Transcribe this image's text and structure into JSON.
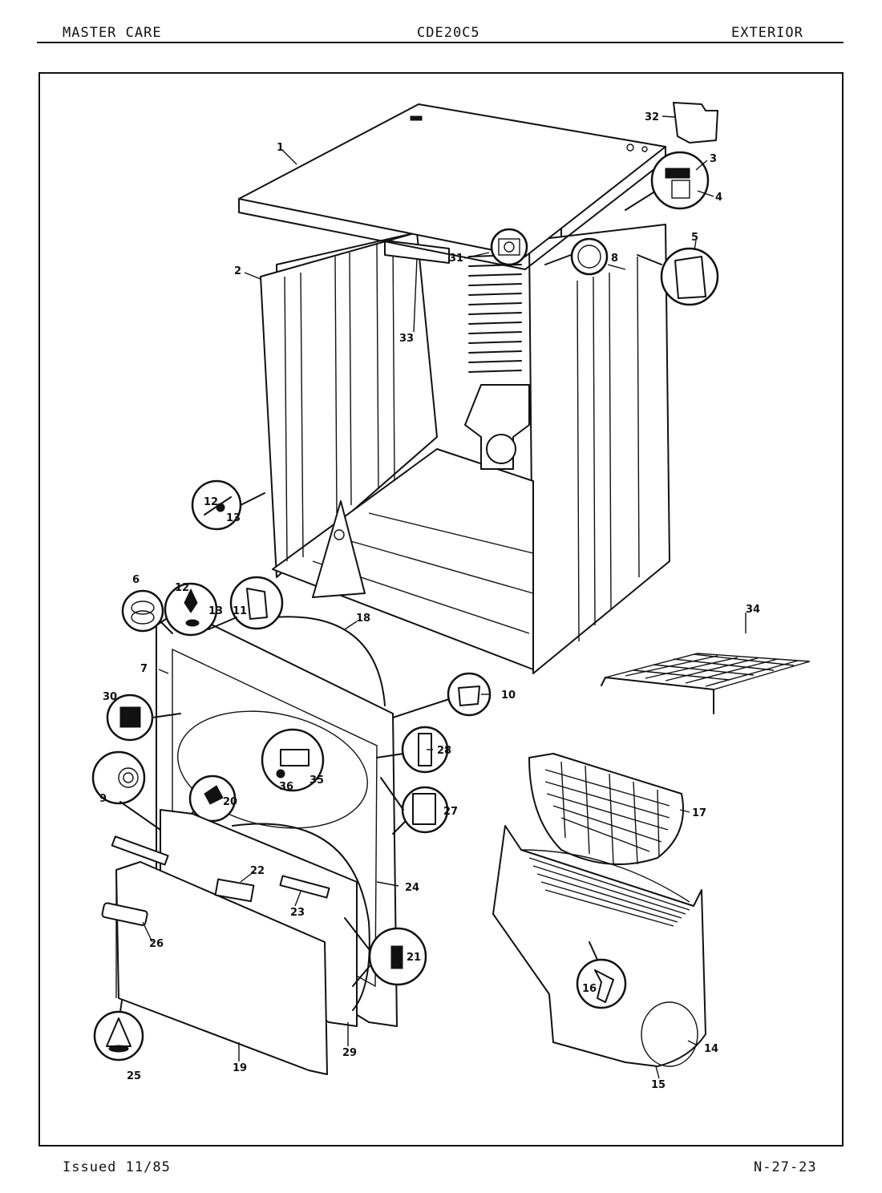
{
  "header": {
    "brand": "MASTER CARE",
    "model": "CDE20C5",
    "section": "EXTERIOR"
  },
  "footer": {
    "issued": "Issued 11/85",
    "page_code": "N-27-23"
  },
  "callouts": {
    "c1": "1",
    "c2": "2",
    "c3": "3",
    "c4": "4",
    "c5": "5",
    "c6": "6",
    "c7": "7",
    "c8": "8",
    "c9": "9",
    "c10": "10",
    "c11": "11",
    "c12a": "12",
    "c12b": "12",
    "c13a": "13",
    "c13b": "13",
    "c14": "14",
    "c15": "15",
    "c16": "16",
    "c17": "17",
    "c18": "18",
    "c19": "19",
    "c20": "20",
    "c21": "21",
    "c22": "22",
    "c23": "23",
    "c24": "24",
    "c25": "25",
    "c26": "26",
    "c27": "27",
    "c28": "28",
    "c29": "29",
    "c30": "30",
    "c31": "31",
    "c32": "32",
    "c33": "33",
    "c34": "34",
    "c35": "35",
    "c36": "36"
  }
}
